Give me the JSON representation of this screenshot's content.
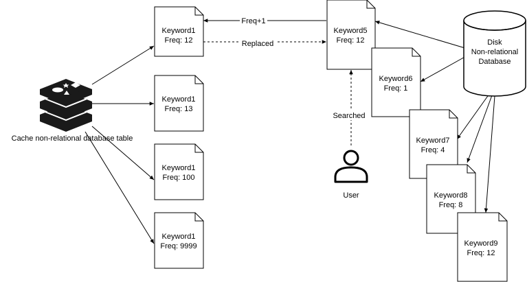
{
  "cache": {
    "caption": "Cache non-relational database table",
    "icon": "redis-stack-icon",
    "colors": {
      "icon_fill": "#1a1a1a",
      "icon_accent": "#ffffff"
    },
    "documents": [
      {
        "name": "Keyword1",
        "freq": "Freq: 12"
      },
      {
        "name": "Keyword1",
        "freq": "Freq: 13"
      },
      {
        "name": "Keyword1",
        "freq": "Freq: 100"
      },
      {
        "name": "Keyword1",
        "freq": "Freq: 9999"
      }
    ]
  },
  "disk": {
    "title": "Disk",
    "line2": "Non-relational",
    "line3": "Database",
    "documents": [
      {
        "name": "Keyword5",
        "freq": "Freq: 12"
      },
      {
        "name": "Keyword6",
        "freq": "Freq: 1"
      },
      {
        "name": "Keyword7",
        "freq": "Freq: 4"
      },
      {
        "name": "Keyword8",
        "freq": "Freq: 8"
      },
      {
        "name": "Keyword9",
        "freq": "Freq: 12"
      }
    ]
  },
  "edges": {
    "freq_label": "Freq+1",
    "replaced_label": "Replaced",
    "searched_label": "Searched"
  },
  "user": {
    "label": "User",
    "icon": "user-icon"
  }
}
